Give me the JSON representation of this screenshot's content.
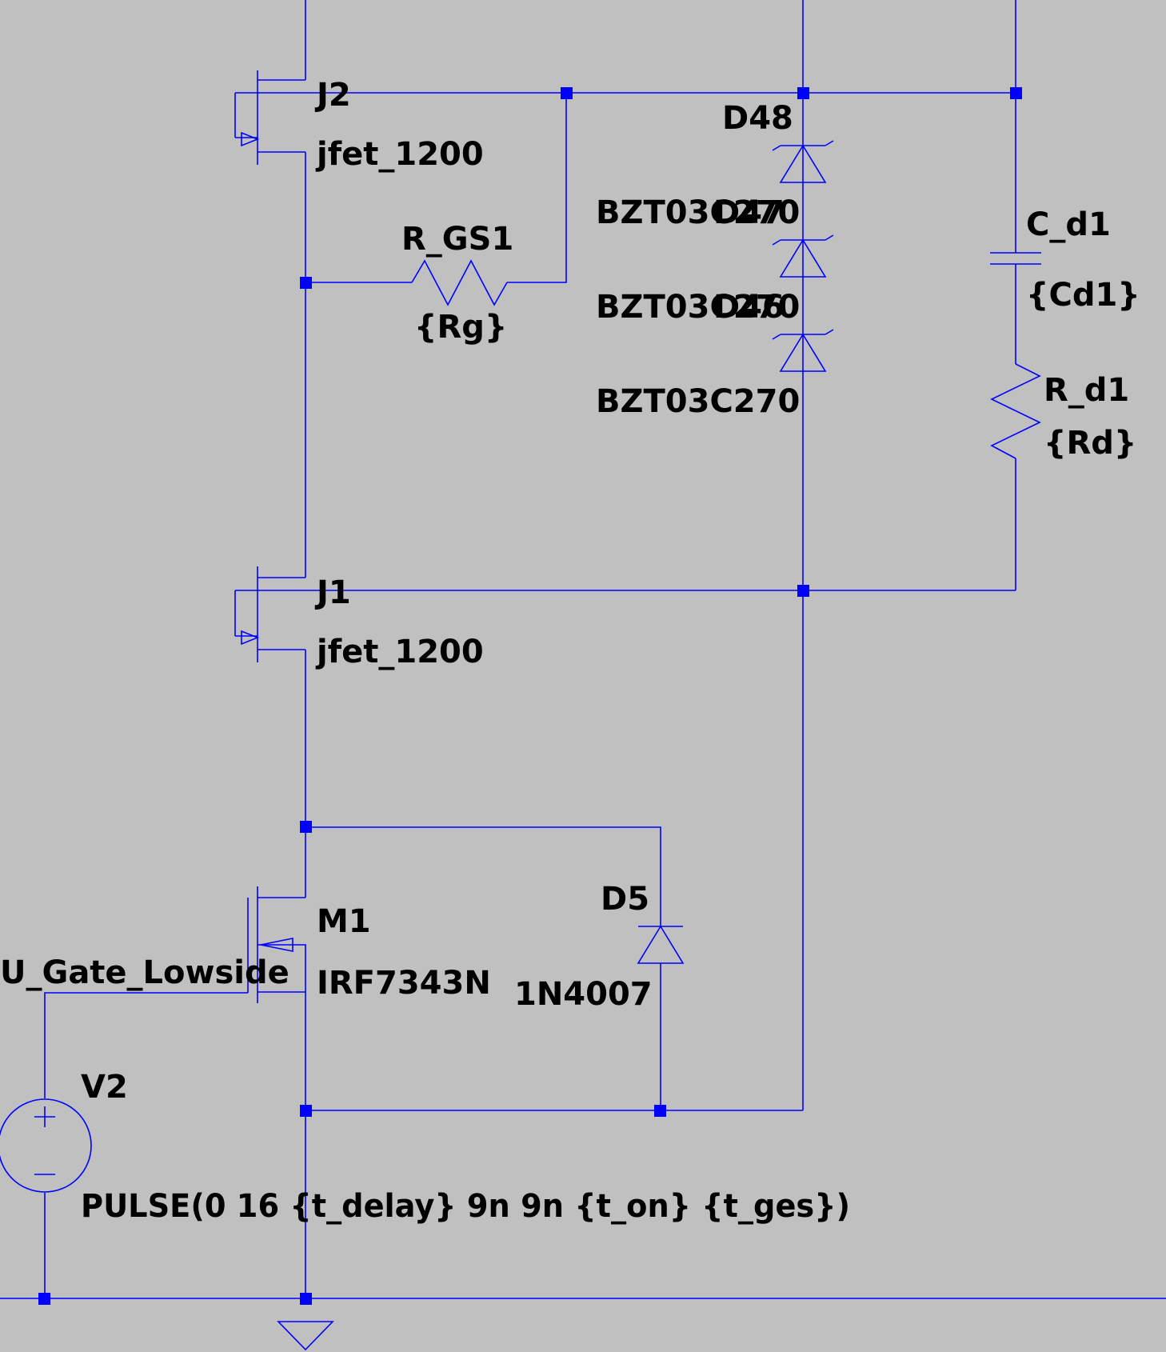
{
  "components": {
    "j2": {
      "ref": "J2",
      "model": "jfet_1200"
    },
    "j1": {
      "ref": "J1",
      "model": "jfet_1200"
    },
    "r_gs1": {
      "ref": "R_GS1",
      "value": "{Rg}"
    },
    "d48": {
      "ref": "D48",
      "models": [
        "BZT03C270",
        "BZT03C270",
        "BZT03C270"
      ],
      "overlap_refs": [
        "D47",
        "D46"
      ]
    },
    "c_d1": {
      "ref": "C_d1",
      "value": "{Cd1}"
    },
    "r_d1": {
      "ref": "R_d1",
      "value": "{Rd}"
    },
    "m1": {
      "ref": "M1",
      "model": "IRF7343N"
    },
    "d5": {
      "ref": "D5",
      "model": "1N4007"
    },
    "v2": {
      "ref": "V2",
      "value": "PULSE(0 16 {t_delay} 9n 9n {t_on} {t_ges})"
    }
  },
  "nets": {
    "gate": "U_Gate_Lowside"
  },
  "colors": {
    "background": "#c0c0c0",
    "wire": "#0000ff",
    "text": "#000000"
  }
}
